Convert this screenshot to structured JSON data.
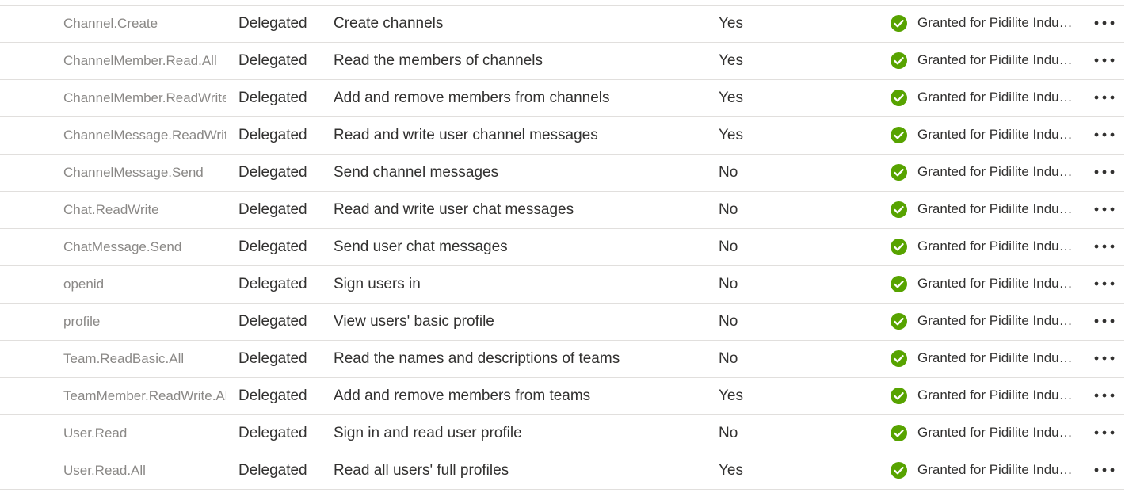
{
  "colors": {
    "granted_green": "#57a300",
    "name_text": "#8a8886",
    "body_text": "#323130",
    "divider": "#e1dfdd"
  },
  "icons": {
    "status": "checkmark-circle-icon",
    "more": "more-horizontal-icon"
  },
  "permissions": [
    {
      "name": "Channel.Create",
      "type": "Delegated",
      "description": "Create channels",
      "admin_consent": "Yes",
      "status": "Granted for Pidilite Industries"
    },
    {
      "name": "ChannelMember.Read.All",
      "type": "Delegated",
      "description": "Read the members of channels",
      "admin_consent": "Yes",
      "status": "Granted for Pidilite Industries"
    },
    {
      "name": "ChannelMember.ReadWrite.All",
      "type": "Delegated",
      "description": "Add and remove members from channels",
      "admin_consent": "Yes",
      "status": "Granted for Pidilite Industries"
    },
    {
      "name": "ChannelMessage.ReadWrite",
      "type": "Delegated",
      "description": "Read and write user channel messages",
      "admin_consent": "Yes",
      "status": "Granted for Pidilite Industries"
    },
    {
      "name": "ChannelMessage.Send",
      "type": "Delegated",
      "description": "Send channel messages",
      "admin_consent": "No",
      "status": "Granted for Pidilite Industries"
    },
    {
      "name": "Chat.ReadWrite",
      "type": "Delegated",
      "description": "Read and write user chat messages",
      "admin_consent": "No",
      "status": "Granted for Pidilite Industries"
    },
    {
      "name": "ChatMessage.Send",
      "type": "Delegated",
      "description": "Send user chat messages",
      "admin_consent": "No",
      "status": "Granted for Pidilite Industries"
    },
    {
      "name": "openid",
      "type": "Delegated",
      "description": "Sign users in",
      "admin_consent": "No",
      "status": "Granted for Pidilite Industries"
    },
    {
      "name": "profile",
      "type": "Delegated",
      "description": "View users' basic profile",
      "admin_consent": "No",
      "status": "Granted for Pidilite Industries"
    },
    {
      "name": "Team.ReadBasic.All",
      "type": "Delegated",
      "description": "Read the names and descriptions of teams",
      "admin_consent": "No",
      "status": "Granted for Pidilite Industries"
    },
    {
      "name": "TeamMember.ReadWrite.All",
      "type": "Delegated",
      "description": "Add and remove members from teams",
      "admin_consent": "Yes",
      "status": "Granted for Pidilite Industries"
    },
    {
      "name": "User.Read",
      "type": "Delegated",
      "description": "Sign in and read user profile",
      "admin_consent": "No",
      "status": "Granted for Pidilite Industries"
    },
    {
      "name": "User.Read.All",
      "type": "Delegated",
      "description": "Read all users' full profiles",
      "admin_consent": "Yes",
      "status": "Granted for Pidilite Industries"
    }
  ]
}
